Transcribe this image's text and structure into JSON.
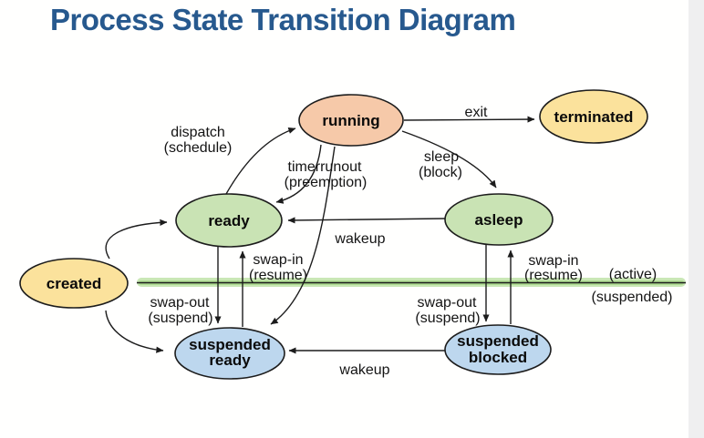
{
  "title": "Process State Transition Diagram",
  "colors": {
    "title_blue": "#27598e",
    "running": "#f6c9a9",
    "terminated": "#fbe29c",
    "created": "#fbe29c",
    "ready": "#c9e3b4",
    "asleep": "#c9e3b4",
    "suspended_ready": "#bdd7ee",
    "suspended_blocked": "#bdd7ee",
    "divider_green_outer": "#c9e7b5",
    "divider_green_inner": "#aedc92",
    "divider_core": "#1c1c1c",
    "edge_black": "#1c1c1c"
  },
  "nodes": {
    "running": "running",
    "terminated": "terminated",
    "ready": "ready",
    "asleep": "asleep",
    "created": "created",
    "suspended_ready_line1": "suspended",
    "suspended_ready_line2": "ready",
    "suspended_blocked_line1": "suspended",
    "suspended_blocked_line2": "blocked"
  },
  "edge_labels": {
    "dispatch": "dispatch",
    "dispatch_sub": "(schedule)",
    "timerrunout": "timerrunout",
    "timerrunout_sub": "(preemption)",
    "sleep": "sleep",
    "sleep_sub": "(block)",
    "exit": "exit",
    "wakeup_upper": "wakeup",
    "wakeup_lower": "wakeup",
    "swap_in_left": "swap-in",
    "swap_in_left_sub": "(resume)",
    "swap_out_left": "swap-out",
    "swap_out_left_sub": "(suspend)",
    "swap_in_right": "swap-in",
    "swap_in_right_sub": "(resume)",
    "swap_out_right": "swap-out",
    "swap_out_right_sub": "(suspend)"
  },
  "region_labels": {
    "active": "(active)",
    "suspended": "(suspended)"
  }
}
